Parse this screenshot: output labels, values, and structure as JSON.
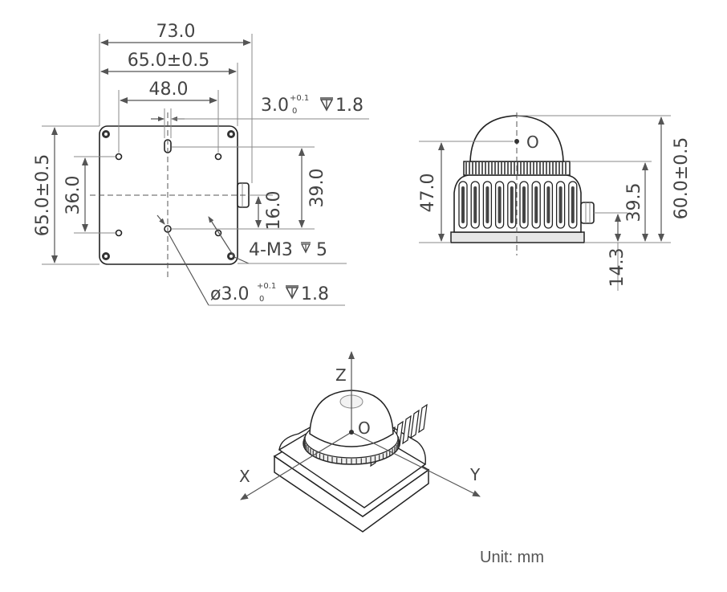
{
  "top_view": {
    "width_overall": "73.0",
    "width_body": "65.0±0.5",
    "hole_spacing_x": "48.0",
    "pin_dia": "3.0",
    "pin_tol_upper": "+0.1",
    "pin_tol_lower": "0",
    "pin_depth": "1.8",
    "height_body": "65.0±0.5",
    "hole_spacing_y": "36.0",
    "pin_offset_y": "39.0",
    "connector_offset": "16.0",
    "thread_holes": "4-M3",
    "thread_depth": "5",
    "hole_dia": "ø3.0",
    "hole_tol_upper": "+0.1",
    "hole_tol_lower": "0",
    "hole_depth": "1.8"
  },
  "side_view": {
    "origin_label": "O",
    "height_origin": "47.0",
    "height_ring": "39.5",
    "height_overall": "60.0±0.5",
    "connector_height": "14.3"
  },
  "iso_view": {
    "axis_z": "Z",
    "axis_x": "X",
    "axis_y": "Y",
    "origin_label": "O"
  },
  "unit_note": "Unit: mm"
}
